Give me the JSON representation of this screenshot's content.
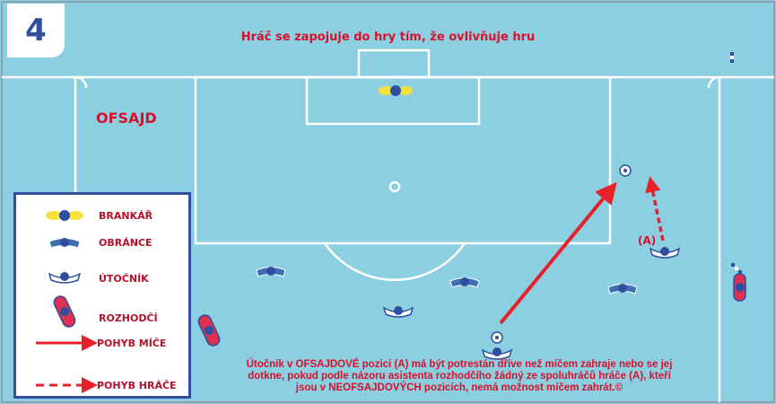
{
  "panel_number": "4",
  "title": "Hráč se zapojuje do hry tím, že ovlivňuje hru",
  "offside_label": "OFSAJD",
  "player_a_label": "(A)",
  "legend": {
    "goalkeeper": "BRANKÁŘ",
    "defender": "OBRÁNCE",
    "attacker": "ÚTOČNÍK",
    "referee": "ROZHODČÍ",
    "ball_movement": "POHYB MÍČE",
    "player_movement": "POHYB HRÁČE"
  },
  "caption": {
    "line1": "Útočník v OFSAJDOVÉ pozici (A) má být potrestán dříve než míčem zahraje nebo se jej",
    "line2": "dotkne, pokud podle názoru asistenta rozhodčího žádný ze spoluhráčů hráče (A), kteří",
    "line3": "jsou v NEOFSAJDOVÝCH pozicích, nemá možnost míčem zahrát.©"
  },
  "colors": {
    "pitch": "#8ccfe0",
    "lines": "#ffffff",
    "red": "#d8102c",
    "navy": "#2f4e9e",
    "goalkeeper": "#f2e23a",
    "defender": "#3f6fb5"
  }
}
